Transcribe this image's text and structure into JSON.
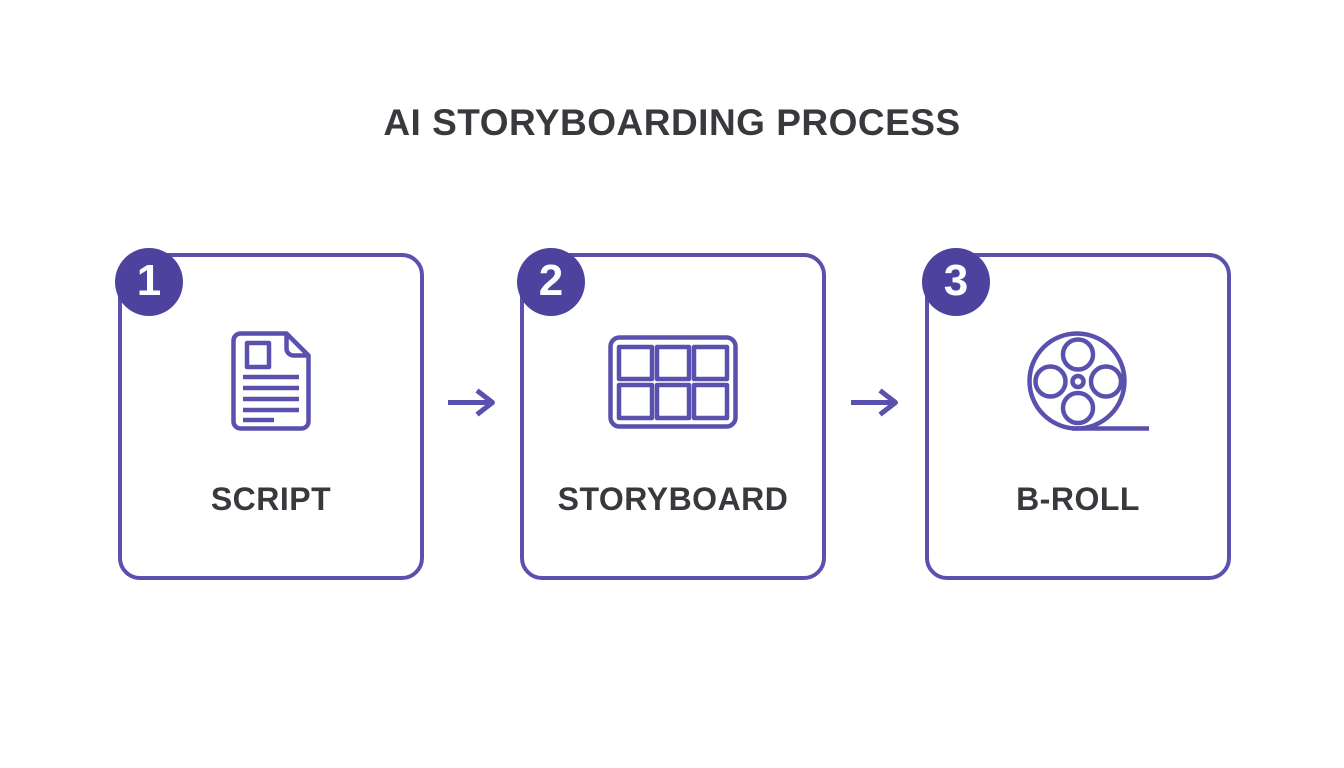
{
  "title": "AI STORYBOARDING PROCESS",
  "steps": [
    {
      "number": "1",
      "label": "SCRIPT",
      "icon": "script-document-icon"
    },
    {
      "number": "2",
      "label": "STORYBOARD",
      "icon": "storyboard-grid-icon"
    },
    {
      "number": "3",
      "label": "B-ROLL",
      "icon": "film-reel-icon"
    }
  ],
  "arrows": [
    {
      "glyph": "→",
      "from": "SCRIPT",
      "to": "STORYBOARD"
    },
    {
      "glyph": "→",
      "from": "STORYBOARD",
      "to": "B-ROLL"
    }
  ],
  "colors": {
    "accent": "#5a51ae",
    "badge": "#4d429e",
    "text": "#39383d",
    "background": "#ffffff"
  }
}
